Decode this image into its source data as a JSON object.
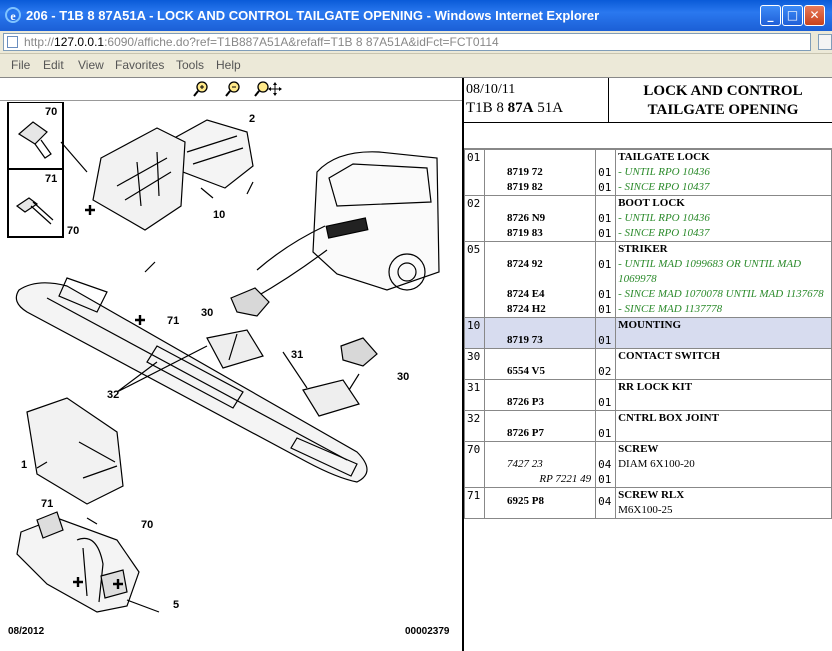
{
  "window": {
    "title": "206 - T1B 8 87A51A - LOCK AND CONTROL TAILGATE OPENING - Windows Internet Explorer",
    "btn_min": "_",
    "btn_max": "□",
    "btn_close": "✕"
  },
  "address": {
    "prefix": "http://",
    "host": "127.0.0.1",
    "rest": ":6090/affiche.do?ref=T1B887A51A&refaff=T1B 8 87A51A&idFct=FCT0114"
  },
  "menu": [
    "File",
    "Edit",
    "View",
    "Favorites",
    "Tools",
    "Help"
  ],
  "zoom_tools": {
    "zoom_in": "zoom-in-icon",
    "zoom_out": "zoom-out-icon",
    "zoom_fit": "zoom-move-icon"
  },
  "diagram": {
    "callouts": [
      "70",
      "71",
      "2",
      "70",
      "10",
      "71",
      "30",
      "31",
      "32",
      "30",
      "1",
      "71",
      "70",
      "5"
    ],
    "footer_left": "08/2012",
    "footer_right": "00002379"
  },
  "header": {
    "date": "08/10/11",
    "ref_pre": "T1B 8 ",
    "ref_bold": "87A",
    "ref_post": " 51A",
    "title_line1": "LOCK AND CONTROL",
    "title_line2": "TAILGATE OPENING"
  },
  "parts": [
    {
      "num": "01",
      "pn": [
        "8719 72",
        "8719 82"
      ],
      "qty": [
        "01",
        "01"
      ],
      "desc": "TAILGATE LOCK",
      "subs": [
        "- UNTIL RPO 10436",
        "- SINCE RPO 10437"
      ]
    },
    {
      "num": "02",
      "pn": [
        "8726 N9",
        "8719 83"
      ],
      "qty": [
        "01",
        "01"
      ],
      "desc": "BOOT LOCK",
      "subs": [
        "- UNTIL RPO 10436",
        "- SINCE RPO 10437"
      ]
    },
    {
      "num": "05",
      "pn": [
        "8724 92",
        "8724 E4",
        "8724 H2"
      ],
      "qty": [
        "01",
        "01",
        "01"
      ],
      "desc": "STRIKER",
      "subs": [
        "- UNTIL MAD 1099683 OR UNTIL MAD 1069978",
        "- SINCE MAD 1070078 UNTIL MAD 1137678",
        "- SINCE MAD 1137778"
      ]
    },
    {
      "num": "10",
      "pn": [
        "8719 73"
      ],
      "qty": [
        "01"
      ],
      "desc": "MOUNTING",
      "subs": [],
      "selected": true
    },
    {
      "num": "30",
      "pn": [
        "6554 V5"
      ],
      "qty": [
        "02"
      ],
      "desc": "CONTACT SWITCH",
      "subs": []
    },
    {
      "num": "31",
      "pn": [
        "8726 P3"
      ],
      "qty": [
        "01"
      ],
      "desc": "RR LOCK KIT",
      "subs": []
    },
    {
      "num": "32",
      "pn": [
        "8726 P7"
      ],
      "qty": [
        "01"
      ],
      "desc": "CNTRL BOX JOINT",
      "subs": []
    },
    {
      "num": "70",
      "pn": [
        "7427 23"
      ],
      "qty": [
        "04",
        "01"
      ],
      "desc": "SCREW",
      "plain": "DIAM 6X100-20",
      "rp": "RP 7221 49"
    },
    {
      "num": "71",
      "pn": [
        "6925 P8"
      ],
      "qty": [
        "04"
      ],
      "desc": "SCREW RLX",
      "plain": "M6X100-25"
    }
  ]
}
